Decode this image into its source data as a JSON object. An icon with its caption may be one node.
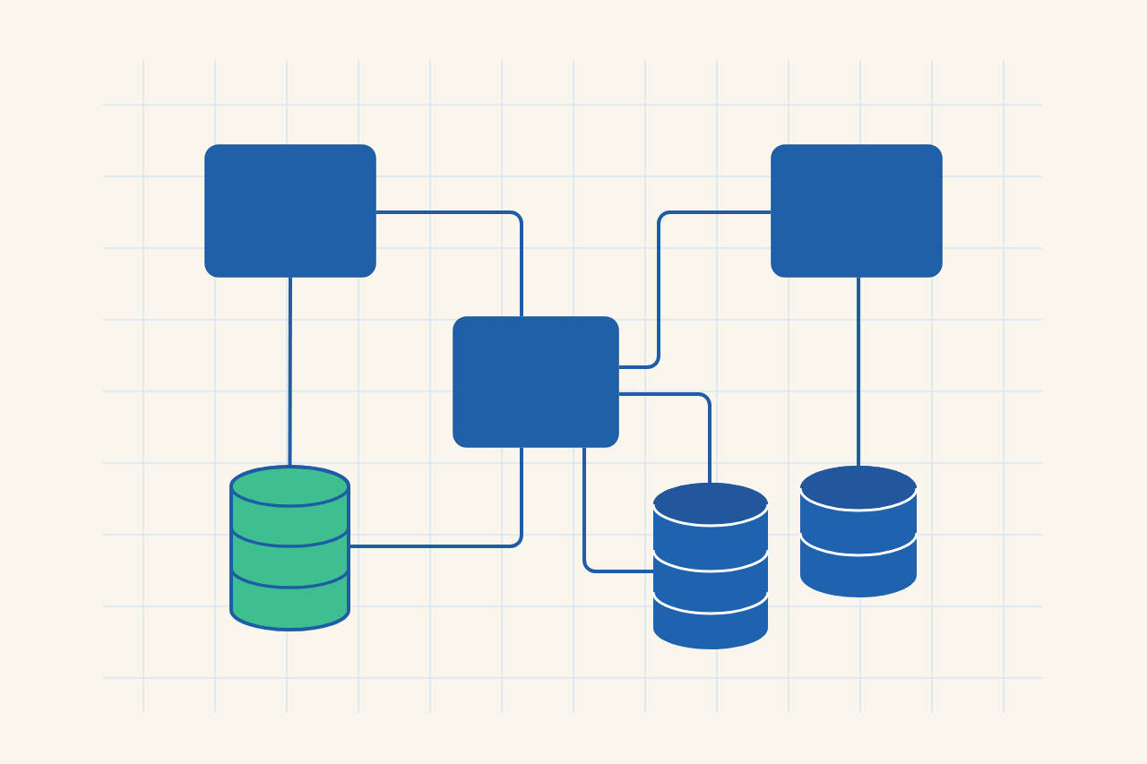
{
  "diagram": {
    "nodes": [
      {
        "text": [],
        "shape": "box"
      },
      {
        "text": [],
        "shape": "box"
      },
      {
        "text": [],
        "shape": "box"
      },
      {
        "text": [],
        "shape": "cylinder"
      },
      {
        "text": [],
        "shape": "cylinder"
      },
      {
        "text": [],
        "shape": "cylinder"
      }
    ],
    "edges": [
      {
        "from": 0,
        "to": 3,
        "arrow": "none"
      },
      {
        "from": 0,
        "to": 2,
        "arrow": "none"
      },
      {
        "from": 1,
        "to": 2,
        "arrow": "none"
      },
      {
        "from": 2,
        "to": 4,
        "arrow": "none"
      },
      {
        "from": 2,
        "to": 4,
        "arrow": "none"
      },
      {
        "from": 2,
        "to": 3,
        "arrow": "none"
      },
      {
        "from": 1,
        "to": 5,
        "arrow": "none"
      }
    ]
  }
}
